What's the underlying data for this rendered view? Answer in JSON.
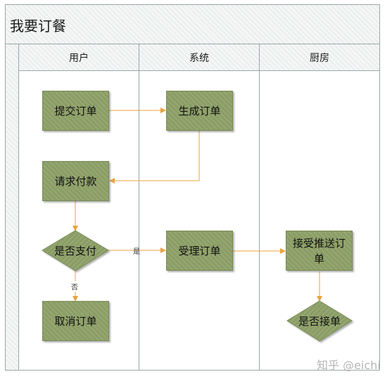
{
  "title": "我要订餐",
  "lanes": [
    {
      "label": "用户"
    },
    {
      "label": "系统"
    },
    {
      "label": "厨房"
    }
  ],
  "nodes": {
    "submit_order": "提交订单",
    "generate_order": "生成订单",
    "request_payment": "请求付款",
    "is_paid": "是否支付",
    "cancel_order": "取消订单",
    "accept_order": "受理订单",
    "receive_push_order": "接受推送订单",
    "is_accepted": "是否接单"
  },
  "edge_labels": {
    "yes": "是",
    "no": "否"
  },
  "colors": {
    "node_fill": "#8a9d64",
    "connector": "#e8a33c",
    "border": "#9aa7a7"
  },
  "watermark": "知乎 @eichi"
}
